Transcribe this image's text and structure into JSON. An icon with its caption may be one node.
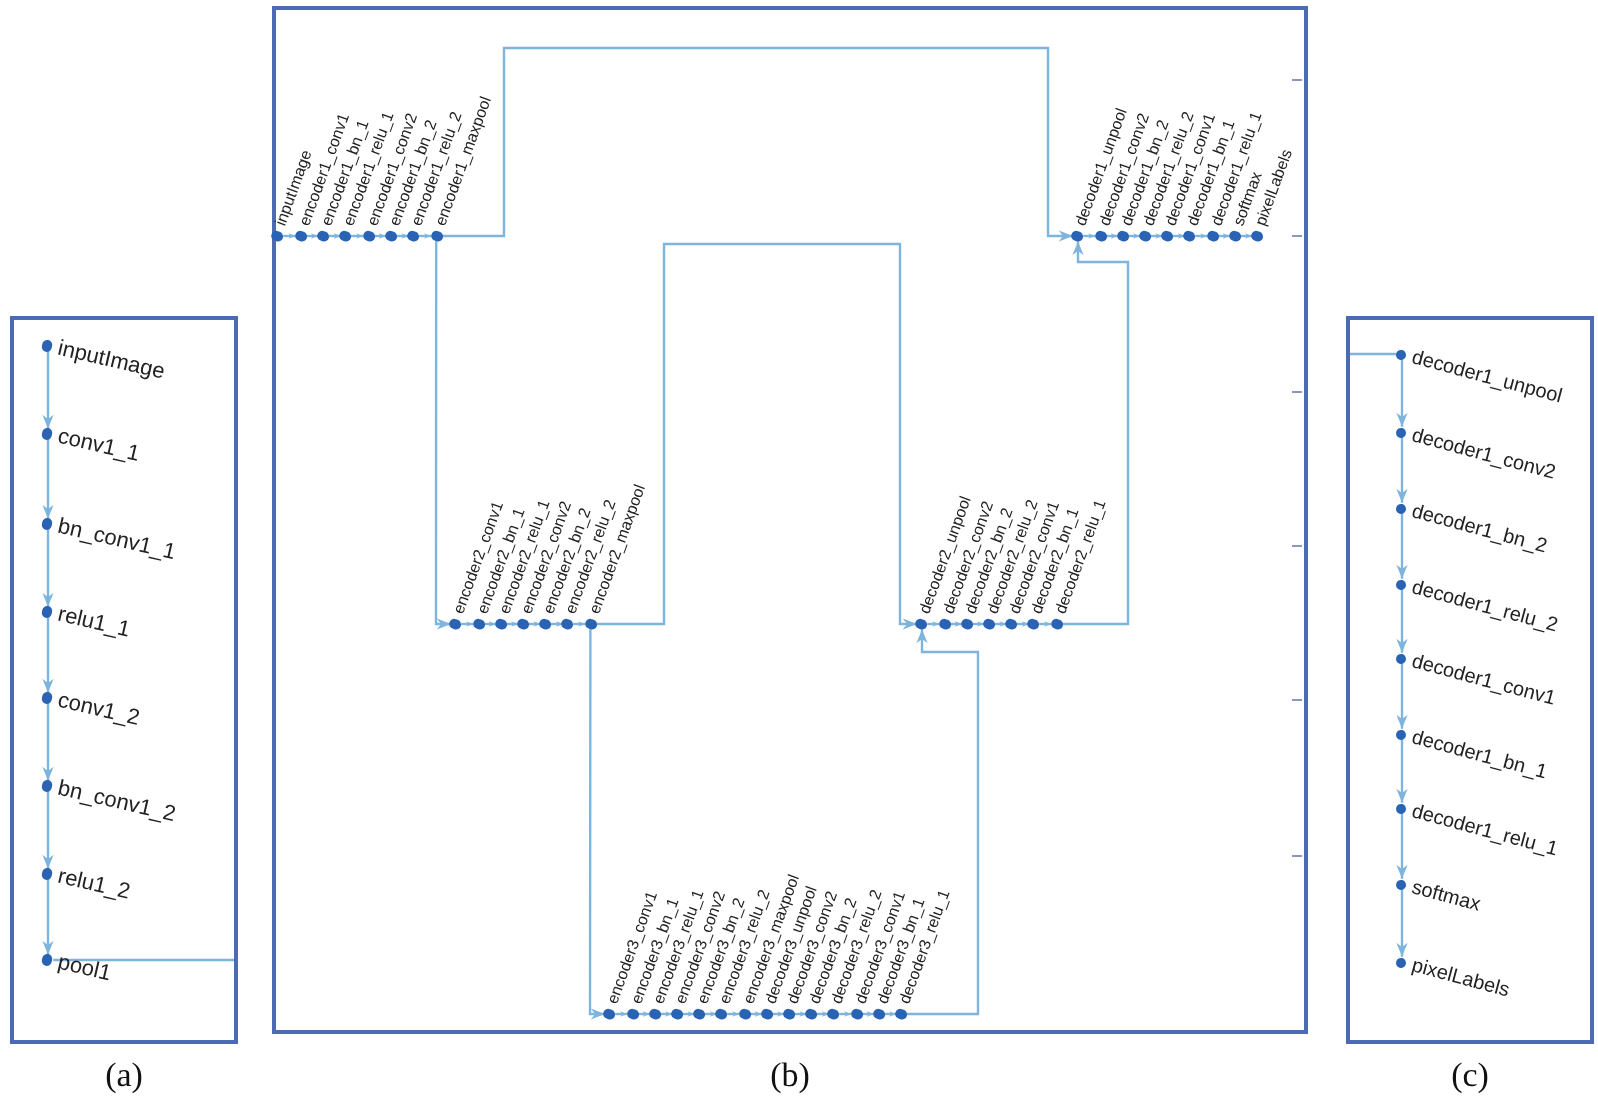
{
  "diagram": {
    "nodes": [
      {
        "text": [],
        "shape": "box",
        "beside": [
          "(a)"
        ]
      },
      {
        "text": [
          "inputImage"
        ],
        "in": 0
      },
      {
        "text": [
          "conv1_1"
        ],
        "in": 0
      },
      {
        "text": [
          "bn_conv1_1"
        ],
        "in": 0
      },
      {
        "text": [
          "relu1_1"
        ],
        "in": 0
      },
      {
        "text": [
          "conv1_2"
        ],
        "in": 0
      },
      {
        "text": [
          "bn_conv1_2"
        ],
        "in": 0
      },
      {
        "text": [
          "relu1_2"
        ],
        "in": 0
      },
      {
        "text": [
          "pool1"
        ],
        "in": 0
      },
      {
        "text": [],
        "shape": "box",
        "beside": [
          "(b)"
        ]
      },
      {
        "text": [
          "inputImage"
        ],
        "in": 9
      },
      {
        "text": [
          "encoder1_conv1"
        ],
        "in": 9
      },
      {
        "text": [
          "encoder1_bn_1"
        ],
        "in": 9
      },
      {
        "text": [
          "encoder1_relu_1"
        ],
        "in": 9
      },
      {
        "text": [
          "encoder1_conv2"
        ],
        "in": 9
      },
      {
        "text": [
          "encoder1_bn_2"
        ],
        "in": 9
      },
      {
        "text": [
          "encoder1_relu_2"
        ],
        "in": 9
      },
      {
        "text": [
          "encoder1_maxpool"
        ],
        "in": 9
      },
      {
        "text": [
          "encoder2_conv1"
        ],
        "in": 9
      },
      {
        "text": [
          "encoder2_bn_1"
        ],
        "in": 9
      },
      {
        "text": [
          "encoder2_relu_1"
        ],
        "in": 9
      },
      {
        "text": [
          "encoder2_conv2"
        ],
        "in": 9
      },
      {
        "text": [
          "encoder2_bn_2"
        ],
        "in": 9
      },
      {
        "text": [
          "encoder2_relu_2"
        ],
        "in": 9
      },
      {
        "text": [
          "encoder2_maxpool"
        ],
        "in": 9
      },
      {
        "text": [
          "encoder3_conv1"
        ],
        "in": 9
      },
      {
        "text": [
          "encoder3_bn_1"
        ],
        "in": 9
      },
      {
        "text": [
          "encoder3_relu_1"
        ],
        "in": 9
      },
      {
        "text": [
          "encoder3_conv2"
        ],
        "in": 9
      },
      {
        "text": [
          "encoder3_bn_2"
        ],
        "in": 9
      },
      {
        "text": [
          "encoder3_relu_2"
        ],
        "in": 9
      },
      {
        "text": [
          "encoder3_maxpool"
        ],
        "in": 9
      },
      {
        "text": [
          "decoder3_unpool"
        ],
        "in": 9
      },
      {
        "text": [
          "decoder3_conv2"
        ],
        "in": 9
      },
      {
        "text": [
          "decoder3_bn_2"
        ],
        "in": 9
      },
      {
        "text": [
          "decoder3_relu_2"
        ],
        "in": 9
      },
      {
        "text": [
          "decoder3_conv1"
        ],
        "in": 9
      },
      {
        "text": [
          "decoder3_bn_1"
        ],
        "in": 9
      },
      {
        "text": [
          "decoder3_relu_1"
        ],
        "in": 9
      },
      {
        "text": [
          "decoder2_unpool"
        ],
        "in": 9
      },
      {
        "text": [
          "decoder2_conv2"
        ],
        "in": 9
      },
      {
        "text": [
          "decoder2_bn_2"
        ],
        "in": 9
      },
      {
        "text": [
          "decoder2_relu_2"
        ],
        "in": 9
      },
      {
        "text": [
          "decoder2_conv1"
        ],
        "in": 9
      },
      {
        "text": [
          "decoder2_bn_1"
        ],
        "in": 9
      },
      {
        "text": [
          "decoder2_relu_1"
        ],
        "in": 9
      },
      {
        "text": [
          "decoder1_unpool"
        ],
        "in": 9
      },
      {
        "text": [
          "decoder1_conv2"
        ],
        "in": 9
      },
      {
        "text": [
          "decoder1_bn_2"
        ],
        "in": 9
      },
      {
        "text": [
          "decoder1_relu_2"
        ],
        "in": 9
      },
      {
        "text": [
          "decoder1_conv1"
        ],
        "in": 9
      },
      {
        "text": [
          "decoder1_bn_1"
        ],
        "in": 9
      },
      {
        "text": [
          "decoder1_relu_1"
        ],
        "in": 9
      },
      {
        "text": [
          "softmax"
        ],
        "in": 9
      },
      {
        "text": [
          "pixelLabels"
        ],
        "in": 9
      },
      {
        "text": [],
        "shape": "box",
        "beside": [
          "(c)"
        ]
      },
      {
        "text": [
          "decoder1_unpool"
        ],
        "in": 55
      },
      {
        "text": [
          "decoder1_conv2"
        ],
        "in": 55
      },
      {
        "text": [
          "decoder1_bn_2"
        ],
        "in": 55
      },
      {
        "text": [
          "decoder1_relu_2"
        ],
        "in": 55
      },
      {
        "text": [
          "decoder1_conv1"
        ],
        "in": 55
      },
      {
        "text": [
          "decoder1_bn_1"
        ],
        "in": 55
      },
      {
        "text": [
          "decoder1_relu_1"
        ],
        "in": 55
      },
      {
        "text": [
          "softmax"
        ],
        "in": 55
      },
      {
        "text": [
          "pixelLabels"
        ],
        "in": 55
      }
    ],
    "edges": [
      {
        "from": 1,
        "to": 2,
        "arrow": "to"
      },
      {
        "from": 2,
        "to": 3,
        "arrow": "to"
      },
      {
        "from": 3,
        "to": 4,
        "arrow": "to"
      },
      {
        "from": 4,
        "to": 5,
        "arrow": "to"
      },
      {
        "from": 5,
        "to": 6,
        "arrow": "to"
      },
      {
        "from": 6,
        "to": 7,
        "arrow": "to"
      },
      {
        "from": 7,
        "to": 8,
        "arrow": "to"
      },
      {
        "from": 8,
        "to": null,
        "arrow": "none"
      },
      {
        "from": 10,
        "to": 11,
        "arrow": "to"
      },
      {
        "from": 11,
        "to": 12,
        "arrow": "to"
      },
      {
        "from": 12,
        "to": 13,
        "arrow": "to"
      },
      {
        "from": 13,
        "to": 14,
        "arrow": "to"
      },
      {
        "from": 14,
        "to": 15,
        "arrow": "to"
      },
      {
        "from": 15,
        "to": 16,
        "arrow": "to"
      },
      {
        "from": 16,
        "to": 17,
        "arrow": "to"
      },
      {
        "from": 17,
        "to": 18,
        "arrow": "to"
      },
      {
        "from": 18,
        "to": 19,
        "arrow": "to"
      },
      {
        "from": 19,
        "to": 20,
        "arrow": "to"
      },
      {
        "from": 20,
        "to": 21,
        "arrow": "to"
      },
      {
        "from": 21,
        "to": 22,
        "arrow": "to"
      },
      {
        "from": 22,
        "to": 23,
        "arrow": "to"
      },
      {
        "from": 23,
        "to": 24,
        "arrow": "to"
      },
      {
        "from": 24,
        "to": 25,
        "arrow": "to"
      },
      {
        "from": 25,
        "to": 26,
        "arrow": "to"
      },
      {
        "from": 26,
        "to": 27,
        "arrow": "to"
      },
      {
        "from": 27,
        "to": 28,
        "arrow": "to"
      },
      {
        "from": 28,
        "to": 29,
        "arrow": "to"
      },
      {
        "from": 29,
        "to": 30,
        "arrow": "to"
      },
      {
        "from": 30,
        "to": 31,
        "arrow": "to"
      },
      {
        "from": 31,
        "to": 32,
        "arrow": "to"
      },
      {
        "from": 32,
        "to": 33,
        "arrow": "to"
      },
      {
        "from": 33,
        "to": 34,
        "arrow": "to"
      },
      {
        "from": 34,
        "to": 35,
        "arrow": "to"
      },
      {
        "from": 35,
        "to": 36,
        "arrow": "to"
      },
      {
        "from": 36,
        "to": 37,
        "arrow": "to"
      },
      {
        "from": 37,
        "to": 38,
        "arrow": "to"
      },
      {
        "from": 38,
        "to": 39,
        "arrow": "to"
      },
      {
        "from": 39,
        "to": 40,
        "arrow": "to"
      },
      {
        "from": 40,
        "to": 41,
        "arrow": "to"
      },
      {
        "from": 41,
        "to": 42,
        "arrow": "to"
      },
      {
        "from": 42,
        "to": 43,
        "arrow": "to"
      },
      {
        "from": 43,
        "to": 44,
        "arrow": "to"
      },
      {
        "from": 44,
        "to": 45,
        "arrow": "to"
      },
      {
        "from": 45,
        "to": 46,
        "arrow": "to"
      },
      {
        "from": 46,
        "to": 47,
        "arrow": "to"
      },
      {
        "from": 47,
        "to": 48,
        "arrow": "to"
      },
      {
        "from": 48,
        "to": 49,
        "arrow": "to"
      },
      {
        "from": 49,
        "to": 50,
        "arrow": "to"
      },
      {
        "from": 50,
        "to": 51,
        "arrow": "to"
      },
      {
        "from": 51,
        "to": 52,
        "arrow": "to"
      },
      {
        "from": 52,
        "to": 53,
        "arrow": "to"
      },
      {
        "from": 53,
        "to": 54,
        "arrow": "to"
      },
      {
        "from": 17,
        "to": 46,
        "arrow": "to"
      },
      {
        "from": 24,
        "to": 39,
        "arrow": "to"
      },
      {
        "from": null,
        "to": 56,
        "arrow": "none"
      },
      {
        "from": 56,
        "to": 57,
        "arrow": "to"
      },
      {
        "from": 57,
        "to": 58,
        "arrow": "to"
      },
      {
        "from": 58,
        "to": 59,
        "arrow": "to"
      },
      {
        "from": 59,
        "to": 60,
        "arrow": "to"
      },
      {
        "from": 60,
        "to": 61,
        "arrow": "to"
      },
      {
        "from": 61,
        "to": 62,
        "arrow": "to"
      },
      {
        "from": 62,
        "to": 63,
        "arrow": "to"
      },
      {
        "from": 63,
        "to": 64,
        "arrow": "to"
      }
    ]
  }
}
